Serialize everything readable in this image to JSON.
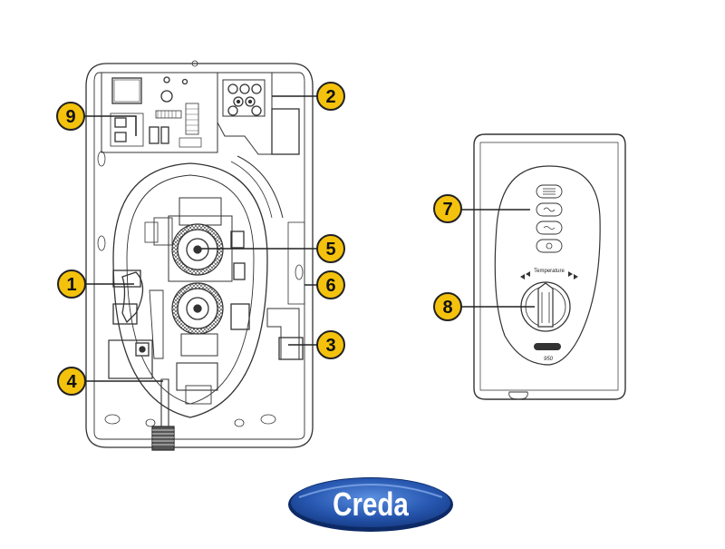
{
  "callouts": [
    {
      "number": "1",
      "part": "left"
    },
    {
      "number": "2",
      "part": "top-right"
    },
    {
      "number": "3",
      "part": "right"
    },
    {
      "number": "4",
      "part": "left"
    },
    {
      "number": "5",
      "part": "right"
    },
    {
      "number": "6",
      "part": "right"
    },
    {
      "number": "7",
      "part": "control-panel"
    },
    {
      "number": "8",
      "part": "control-panel"
    },
    {
      "number": "9",
      "part": "top-left"
    }
  ],
  "front_panel": {
    "temperature_label": "Temperature",
    "model_label": "950"
  },
  "brand": {
    "name": "Creda",
    "color_dark": "#1b3f8c",
    "color_light": "#3c74c9"
  },
  "colors": {
    "callout_fill": "#f4c20d",
    "line": "#333333"
  }
}
